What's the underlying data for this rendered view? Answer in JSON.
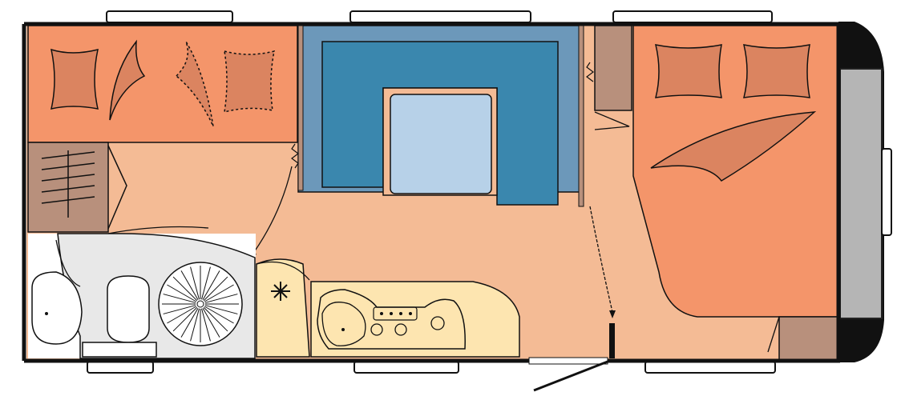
{
  "plan": {
    "kind": "caravan-floor-plan",
    "colors": {
      "bed": "#f4956a",
      "floor": "#f4bb95",
      "cushion": "#db8460",
      "cabinet": "#b8907c",
      "seating_light": "#6c98ba",
      "seating_dark": "#3a87ae",
      "table": "#b7d1e8",
      "table_frame": "#f4bb95",
      "kitchen": "#fde5b0",
      "bathroom_grey": "#e8e8e8",
      "bathroom_white": "#ffffff",
      "wall": "#111111",
      "front_panel": "#b5b5b5"
    },
    "rooms": [
      {
        "name": "rear-bunk-bed"
      },
      {
        "name": "dinette"
      },
      {
        "name": "kitchen"
      },
      {
        "name": "bathroom"
      },
      {
        "name": "front-double-bed"
      }
    ],
    "fixtures": [
      "hob",
      "sink",
      "fridge",
      "shower",
      "toilet",
      "washbasin",
      "wardrobe",
      "entrance-door"
    ]
  }
}
